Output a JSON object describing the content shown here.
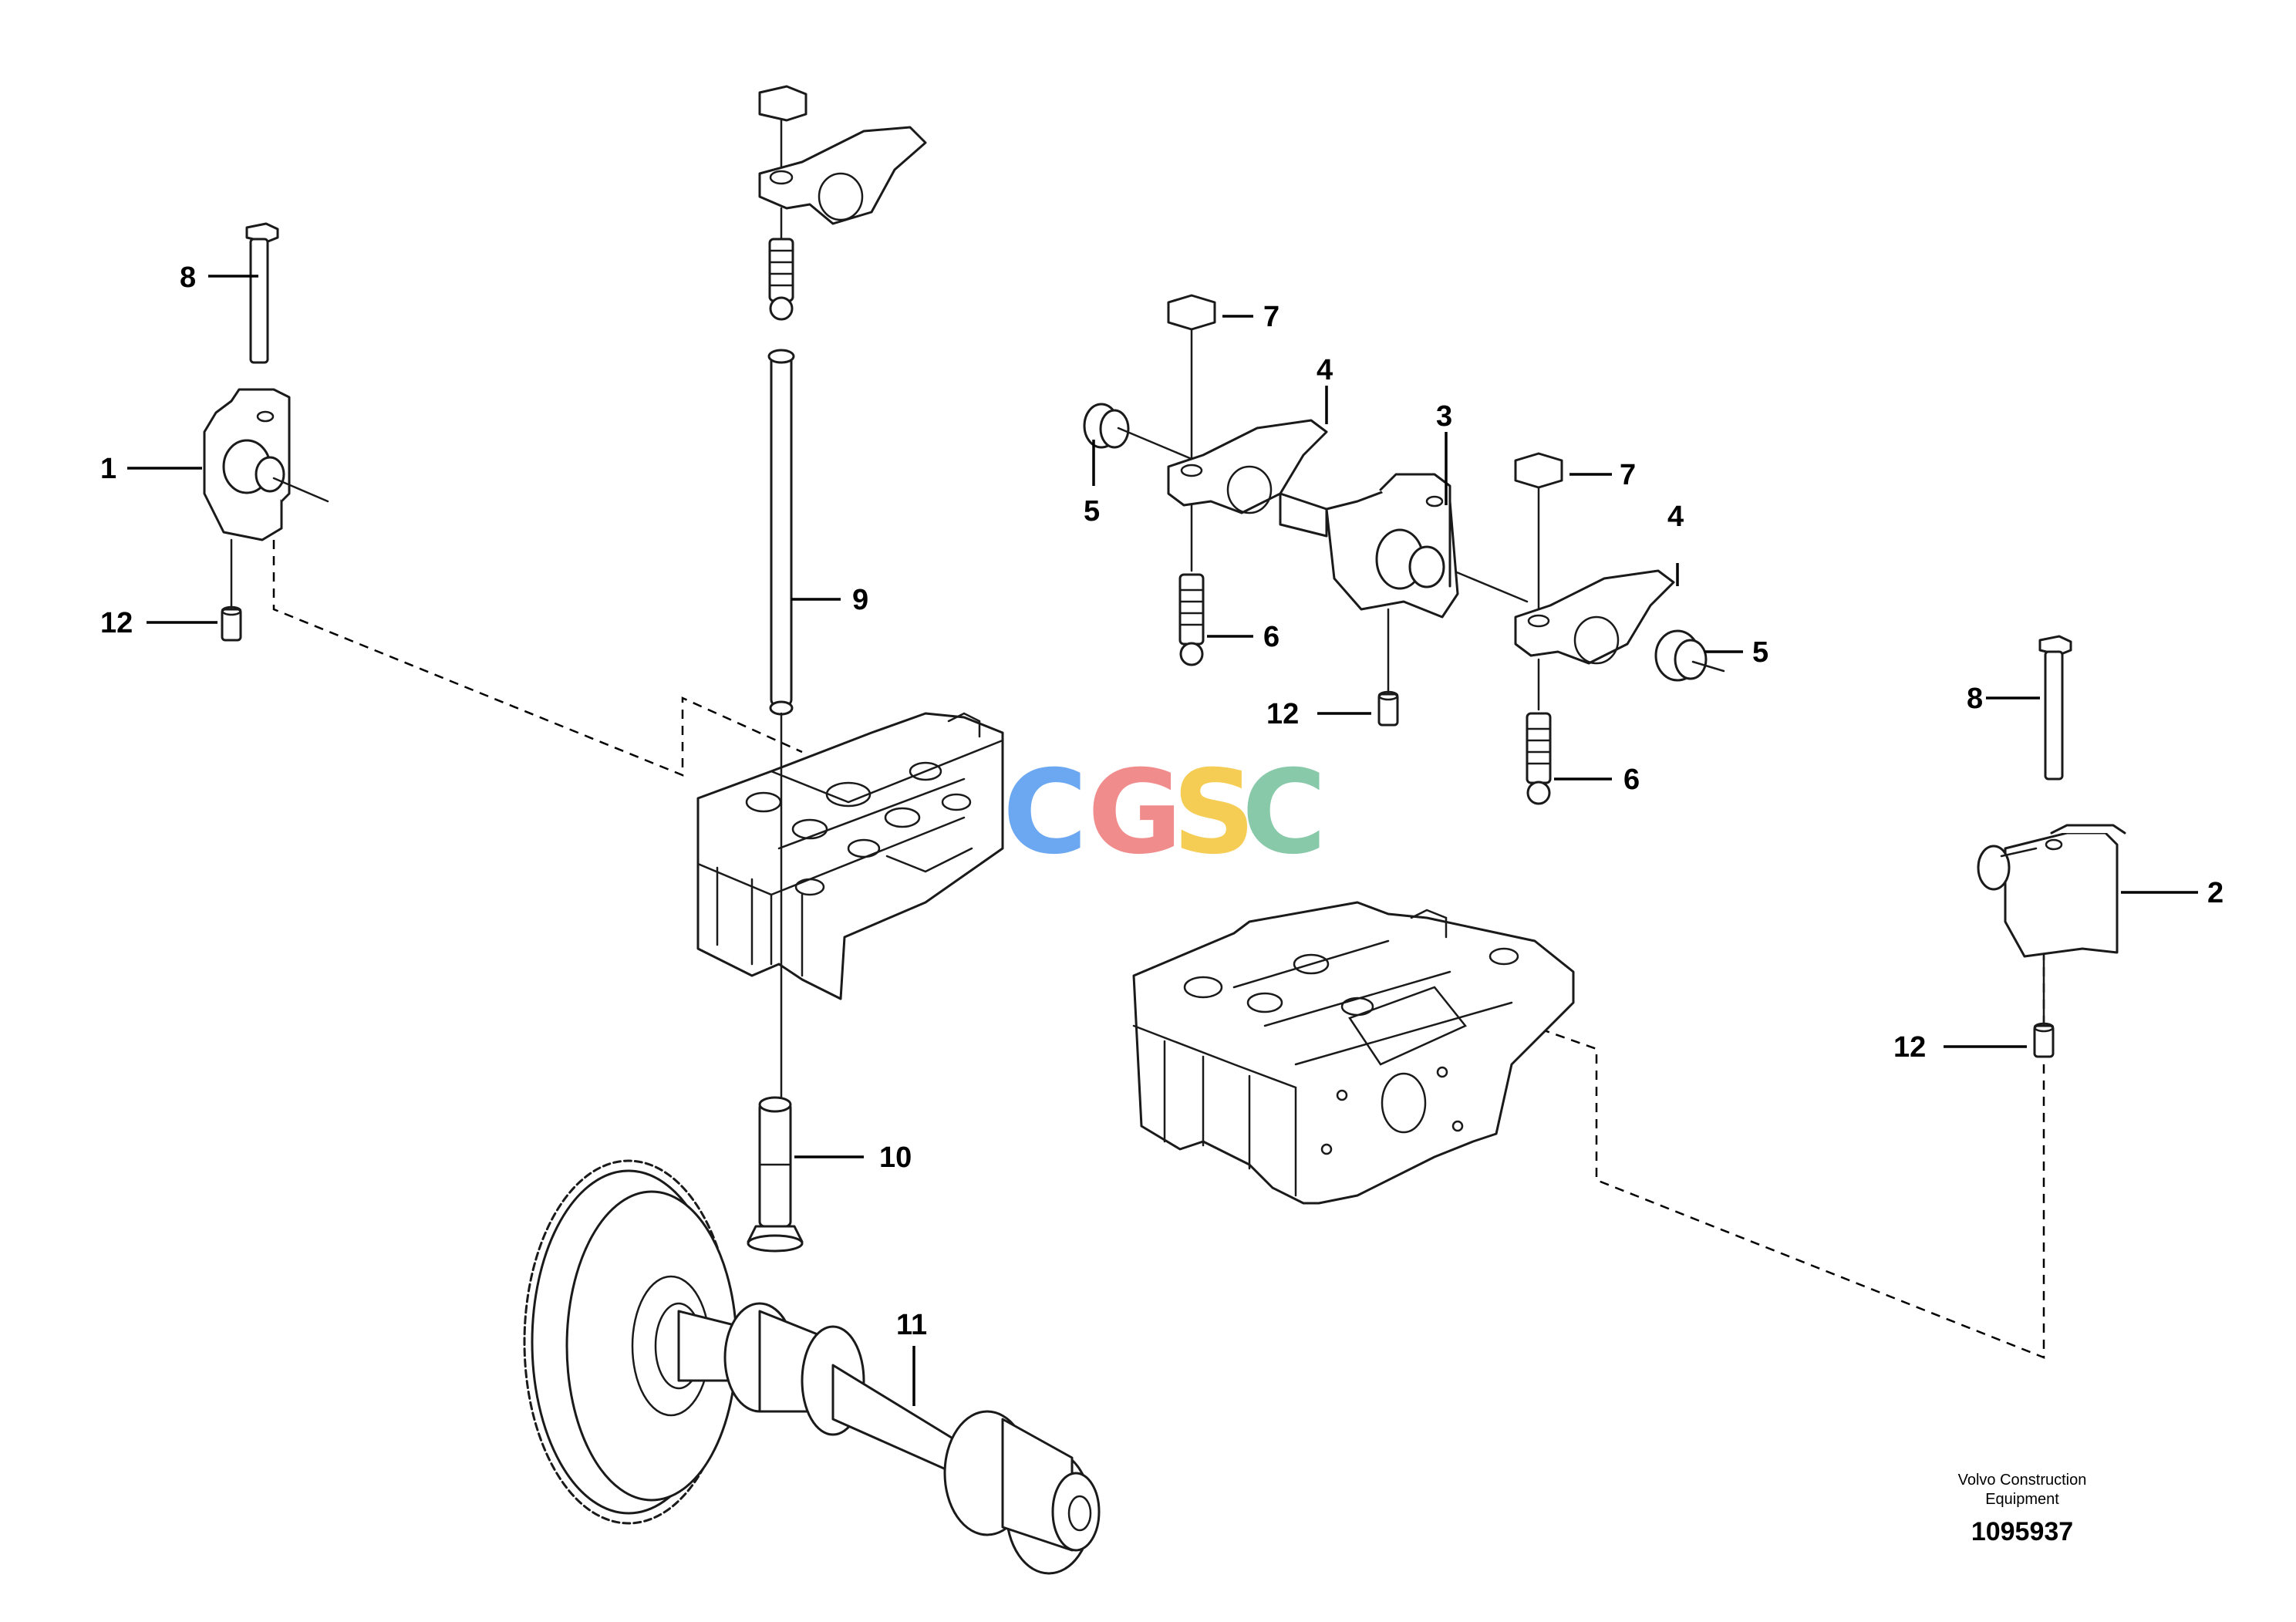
{
  "callouts": {
    "c1": "1",
    "c2": "2",
    "c3": "3",
    "c4a": "4",
    "c4b": "4",
    "c5a": "5",
    "c5b": "5",
    "c6a": "6",
    "c6b": "6",
    "c7a": "7",
    "c7b": "7",
    "c8a": "8",
    "c8b": "8",
    "c9": "9",
    "c10": "10",
    "c11": "11",
    "c12a": "12",
    "c12b": "12",
    "c12c": "12"
  },
  "watermark": {
    "letters": [
      "C",
      "G",
      "S",
      "C"
    ],
    "colors": [
      "#5b9ff0",
      "#f08080",
      "#f5c842",
      "#7cc4a0"
    ]
  },
  "footer": {
    "brand_line1": "Volvo Construction",
    "brand_line2": "Equipment",
    "part_number": "1095937"
  }
}
